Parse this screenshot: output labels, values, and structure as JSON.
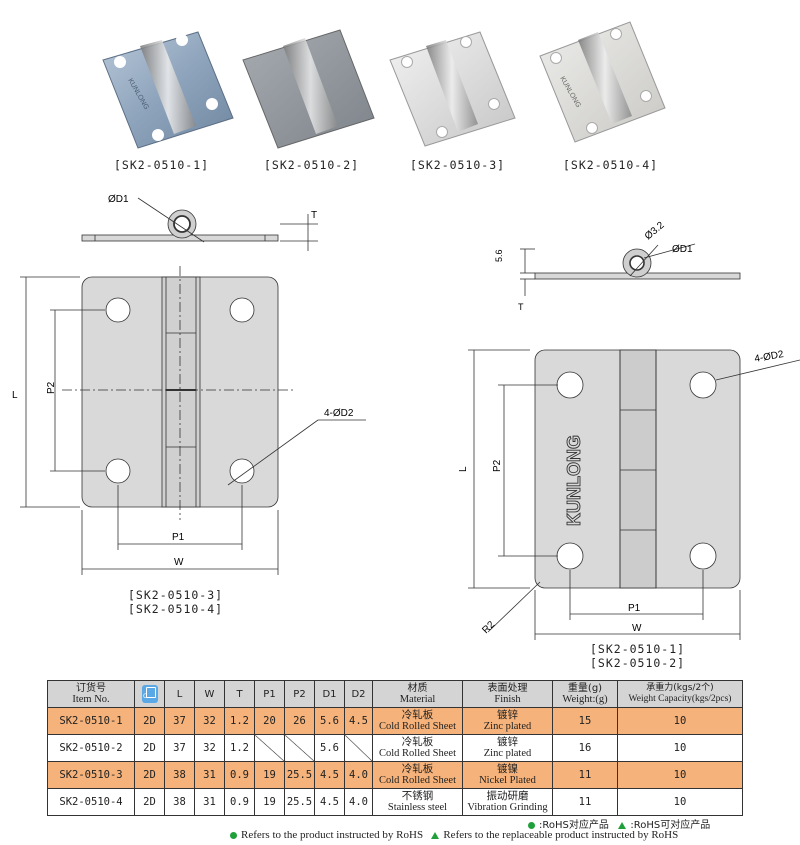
{
  "photos": [
    {
      "code": "[SK2-0510-1]"
    },
    {
      "code": "[SK2-0510-2]"
    },
    {
      "code": "[SK2-0510-3]"
    },
    {
      "code": "[SK2-0510-4]"
    }
  ],
  "photo_brand": "KUNLONG",
  "drawing_left": {
    "labels": {
      "d1": "ØD1",
      "t": "T",
      "l": "L",
      "p2": "P2",
      "hole": "4-ØD2",
      "p1": "P1",
      "w": "W"
    },
    "models": [
      "[SK2-0510-3]",
      "[SK2-0510-4]"
    ]
  },
  "drawing_right": {
    "labels": {
      "d32": "Ø3.2",
      "d1": "ØD1",
      "h56": "5.6",
      "t": "T",
      "hole": "4-ØD2",
      "l": "L",
      "p2": "P2",
      "p1": "P1",
      "w": "W",
      "r2": "R2"
    },
    "brand": "KUNLONG",
    "models": [
      "[SK2-0510-1]",
      "[SK2-0510-2]"
    ]
  },
  "table": {
    "headers": {
      "item_cn": "订货号",
      "item_en": "Item No.",
      "cad": "CAD",
      "l": "L",
      "w": "W",
      "t": "T",
      "p1": "P1",
      "p2": "P2",
      "d1": "D1",
      "d2": "D2",
      "mat_cn": "材质",
      "mat_en": "Material",
      "fin_cn": "表面处理",
      "fin_en": "Finish",
      "wt_cn": "重量(g)",
      "wt_en": "Weight:(g)",
      "cap_cn": "承重力(kgs/2个)",
      "cap_en": "Weight Capacity(kgs/2pcs)"
    },
    "rows": [
      {
        "item": "SK2-0510-1",
        "cad": "2D",
        "l": "37",
        "w": "32",
        "t": "1.2",
        "p1": "20",
        "p2": "26",
        "d1": "5.6",
        "d2": "4.5",
        "mat_cn": "冷轧板",
        "mat_en": "Cold Rolled Sheet",
        "fin_cn": "镀锌",
        "fin_en": "Zinc plated",
        "weight": "15",
        "cap": "10"
      },
      {
        "item": "SK2-0510-2",
        "cad": "2D",
        "l": "37",
        "w": "32",
        "t": "1.2",
        "p1": "",
        "p2": "",
        "d1": "5.6",
        "d2": "",
        "mat_cn": "冷轧板",
        "mat_en": "Cold Rolled Sheet",
        "fin_cn": "镀锌",
        "fin_en": "Zinc plated",
        "weight": "16",
        "cap": "10"
      },
      {
        "item": "SK2-0510-3",
        "cad": "2D",
        "l": "38",
        "w": "31",
        "t": "0.9",
        "p1": "19",
        "p2": "25.5",
        "d1": "4.5",
        "d2": "4.0",
        "mat_cn": "冷轧板",
        "mat_en": "Cold Rolled Sheet",
        "fin_cn": "镀镍",
        "fin_en": "Nickel Plated",
        "weight": "11",
        "cap": "10"
      },
      {
        "item": "SK2-0510-4",
        "cad": "2D",
        "l": "38",
        "w": "31",
        "t": "0.9",
        "p1": "19",
        "p2": "25.5",
        "d1": "4.5",
        "d2": "4.0",
        "mat_cn": "不锈钢",
        "mat_en": "Stainless steel",
        "fin_cn": "振动研磨",
        "fin_en": "Vibration Grinding",
        "weight": "11",
        "cap": "10"
      }
    ]
  },
  "legend": {
    "rohs_cn": ":RoHS对应产品",
    "rohs_repl_cn": ":RoHS可对应产品",
    "rohs_en": "Refers to the product instructed by RoHS",
    "rohs_repl_en": "Refers to the replaceable product instructed by RoHS"
  },
  "colors": {
    "highlight": "#f5b27a",
    "header": "#d4d4d4",
    "cad_icon": "#5aa9e6",
    "rohs_green": "#1fa03a"
  }
}
